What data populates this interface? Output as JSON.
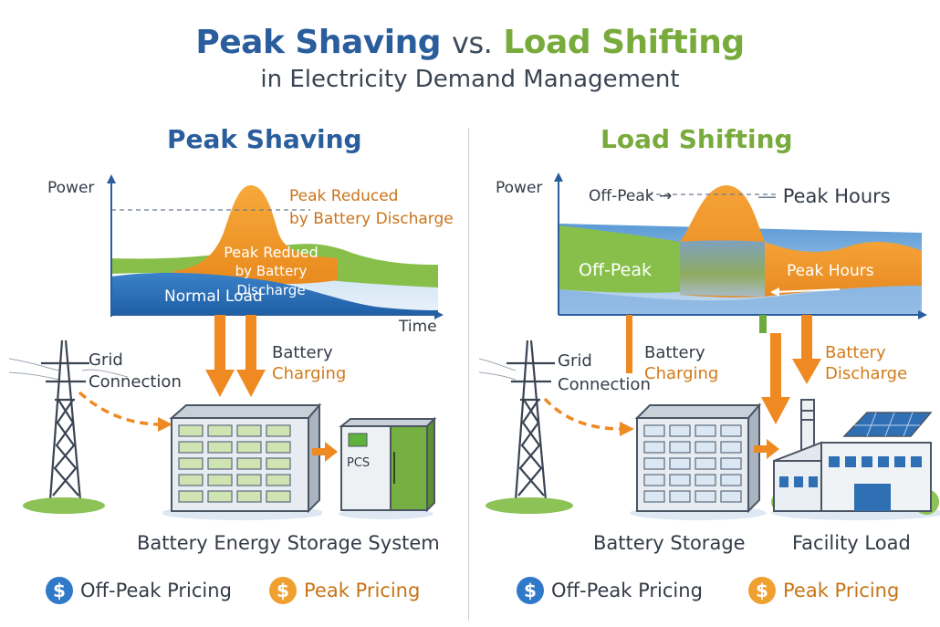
{
  "title": {
    "part1": "Peak Shaving",
    "vs": "vs.",
    "part2": "Load Shifting"
  },
  "subtitle": "in Electricity Demand Management",
  "left": {
    "heading": "Peak Shaving",
    "chart": {
      "y_axis": "Power",
      "x_axis": "Time",
      "peak_label": "Peak Reduced",
      "peak_label_2": "by Battery Discharge",
      "mid_label": "Peak Redued",
      "mid_label_2": "by Battery Discharge",
      "base_label": "Normal Load"
    },
    "grid_label": "Grid",
    "grid_label_2": "Connection",
    "battery_label": "Battery",
    "battery_label_2": "Charging",
    "pcs_label": "PCS",
    "bottom_label": "Battery Energy Storage System",
    "pricing": [
      {
        "symbol": "$",
        "label": "Off-Peak Pricing",
        "color": "#2f79c8"
      },
      {
        "symbol": "$",
        "label": "Peak Pricing",
        "color": "#f0a030"
      }
    ]
  },
  "right": {
    "heading": "Load Shifting",
    "chart": {
      "y_axis": "Power",
      "off_peak_top": "Off-Peak",
      "arrow_sym": "→",
      "peak_top": "Peak Hours",
      "off_peak_band": "Off-Peak",
      "peak_band": "Peak Hours"
    },
    "grid_label": "Grid",
    "grid_label_2": "Connection",
    "charging_label": "Battery",
    "charging_label_2": "Charging",
    "discharge_label": "Battery",
    "discharge_label_2": "Discharge",
    "battery_storage_label": "Battery Storage",
    "facility_label": "Facility Load",
    "pricing": [
      {
        "symbol": "$",
        "label": "Off-Peak Pricing",
        "color": "#2f79c8"
      },
      {
        "symbol": "$",
        "label": "Peak Pricing",
        "color": "#f0a030"
      }
    ]
  },
  "colors": {
    "blue": "#2a5d9c",
    "green": "#78ab3c",
    "orange": "#ef8a22",
    "navy": "#2f6fb3"
  }
}
